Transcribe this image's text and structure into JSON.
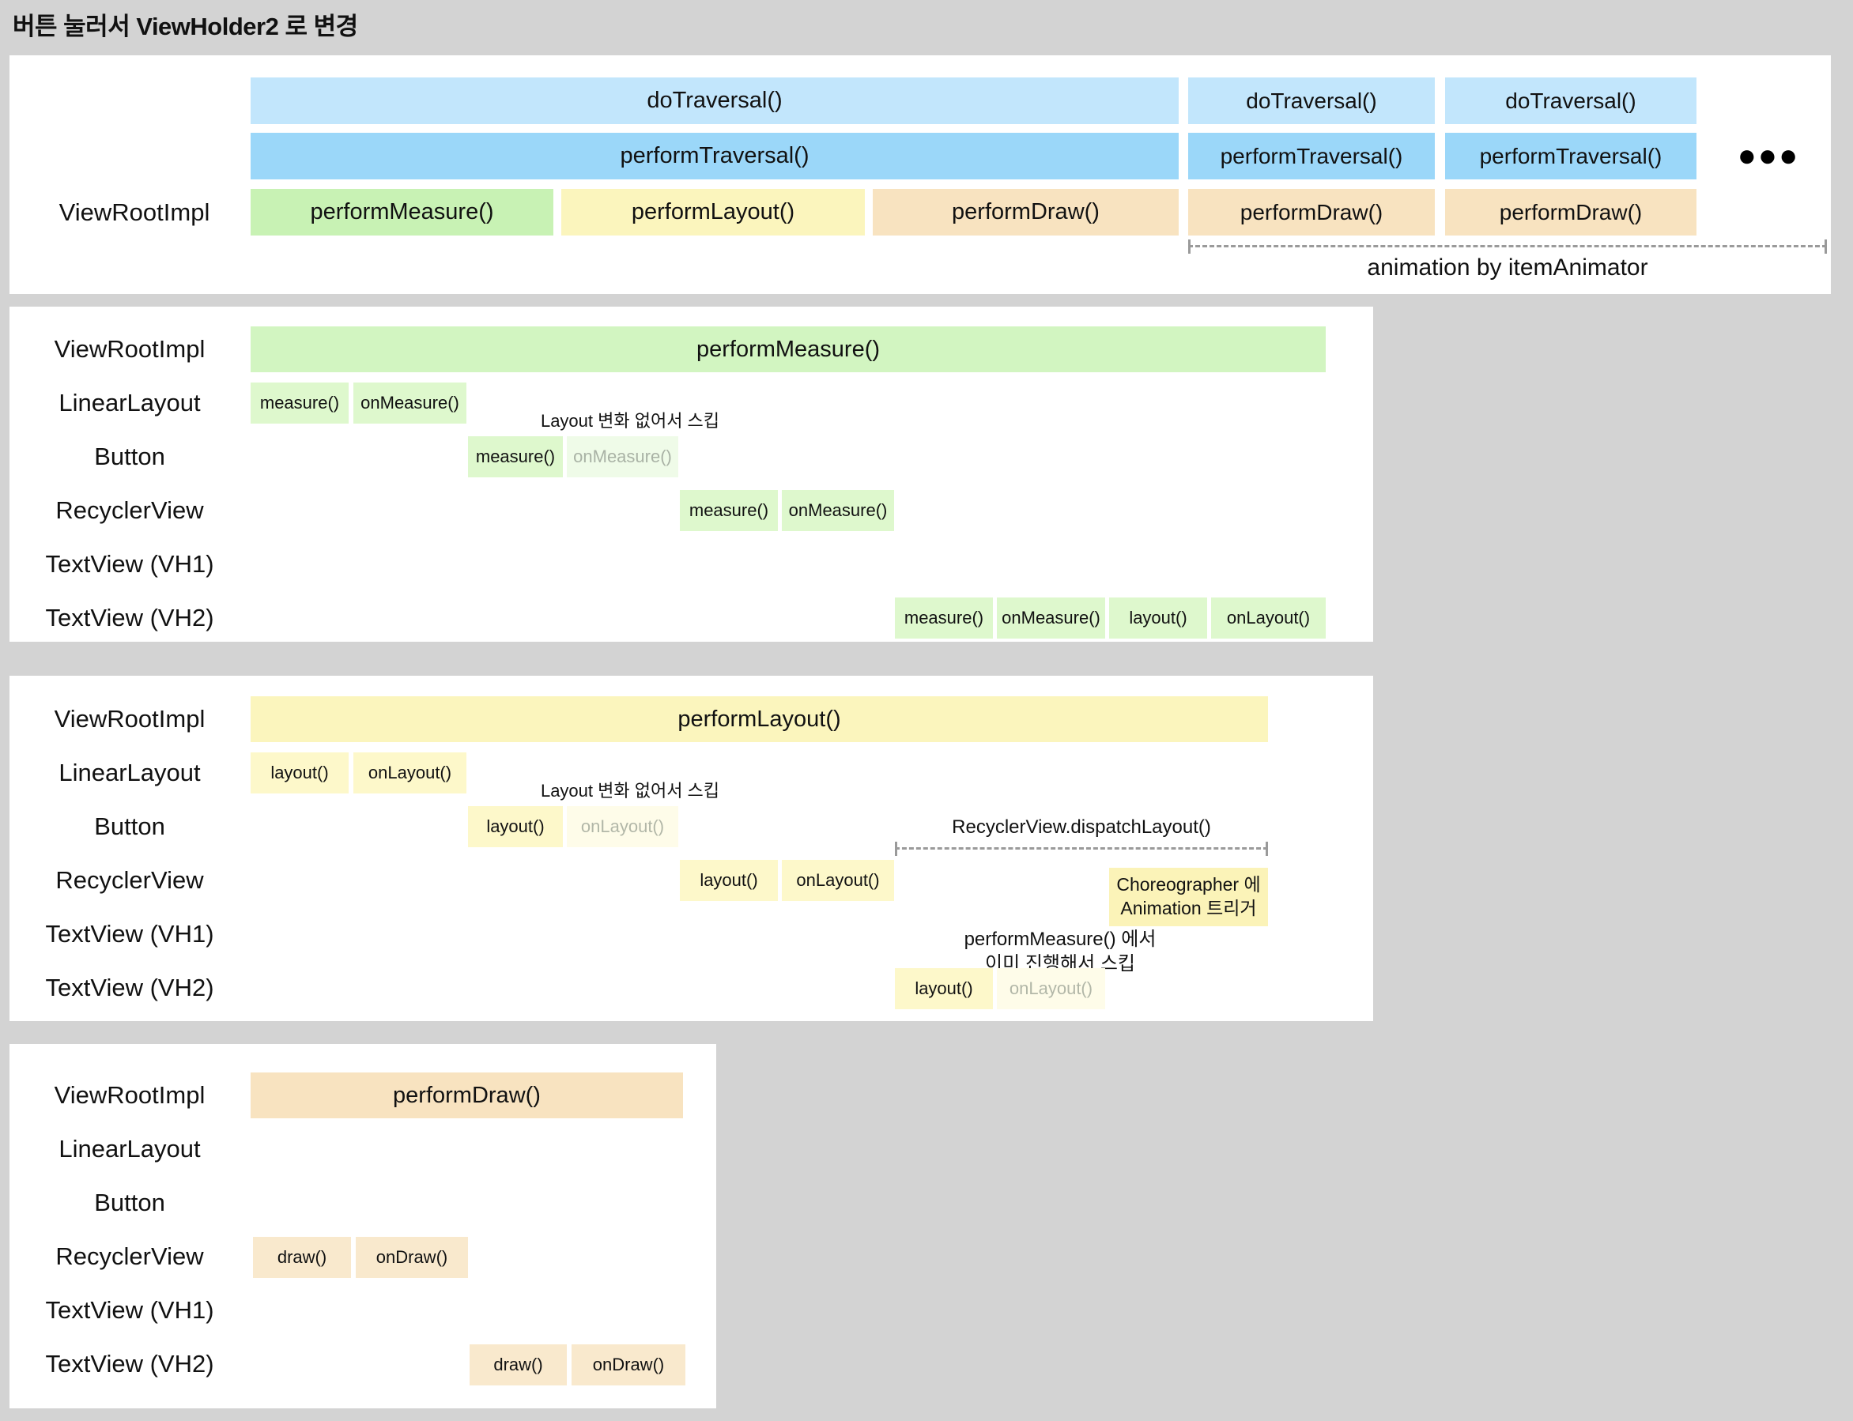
{
  "title": "버튼 눌러서 ViewHolder2 로 변경",
  "palette": {
    "background": "#d3d3d3",
    "panel": "#ffffff",
    "traversal_light_blue": "#c2e6fc",
    "traversal_blue": "#9bd7f9",
    "measure_green_strong": "#c8f2b4",
    "measure_green": "#d2f5c1",
    "measure_green_light": "#def8cd",
    "measure_green_faded": "#effbe8",
    "layout_yellow": "#fbf5bd",
    "layout_yellow_light": "#fdf8ca",
    "layout_yellow_faded": "#fefce9",
    "draw_orange": "#f8e3c0",
    "draw_orange_light": "#f9e9cd",
    "faded_text": "#a9b2a5",
    "dashed_line": "#9a9a9a"
  },
  "labels": {
    "view_root": "ViewRootImpl",
    "do_traversal": "doTraversal()",
    "perform_traversal": "performTraversal()",
    "perform_measure": "performMeasure()",
    "perform_layout": "performLayout()",
    "perform_draw": "performDraw()",
    "measure": "measure()",
    "on_measure": "onMeasure()",
    "layout": "layout()",
    "on_layout": "onLayout()",
    "draw": "draw()",
    "on_draw": "onDraw()"
  },
  "rows": [
    "ViewRootImpl",
    "LinearLayout",
    "Button",
    "RecyclerView",
    "TextView (VH1)",
    "TextView (VH2)"
  ],
  "traversal_panel": {
    "ellipsis": "●●●",
    "animation_note": "animation by itemAnimator"
  },
  "measure_panel": {
    "skip_note": "Layout 변화 없어서 스킵"
  },
  "layout_panel": {
    "skip_note": "Layout 변화 없어서 스킵",
    "dispatch_note": "RecyclerView.dispatchLayout()",
    "choreographer_note": [
      "Choreographer 에",
      "Animation 트리거"
    ],
    "measured_skip_note": [
      "performMeasure() 에서",
      "이미 진행해서 스킵"
    ]
  }
}
